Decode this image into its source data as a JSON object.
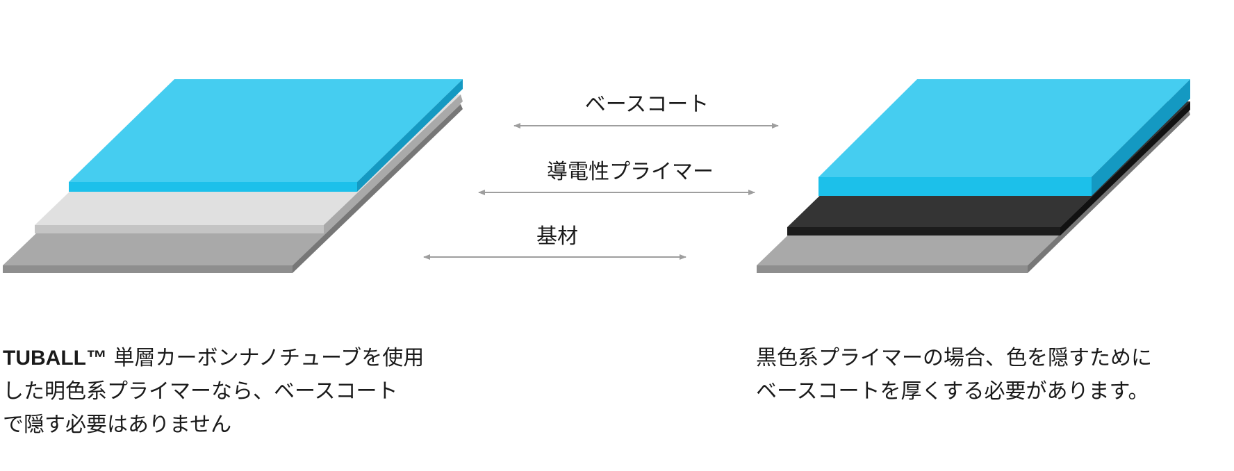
{
  "layer_labels": {
    "base_coat": "ベースコート",
    "conductive_primer": "導電性プライマー",
    "substrate": "基材"
  },
  "captions": {
    "left": {
      "brand": "TUBALL™",
      "line1_rest": " 単層カーボンナノチューブを使用",
      "line2": "した明色系プライマーなら、ベースコート",
      "line3": "で隠す必要はありません"
    },
    "right": {
      "line1": "黒色系プライマーの場合、色を隠すために",
      "line2": "ベースコートを厚くする必要があります。"
    }
  },
  "colors": {
    "base_coat_top": "#45cdf0",
    "base_coat_front": "#1cc0ea",
    "base_coat_side": "#1499c2",
    "light_primer_top": "#e0e0e0",
    "light_primer_front": "#c4c4c4",
    "dark_primer_top": "#343434",
    "dark_primer_front": "#1c1c1c",
    "substrate_top": "#a9a9a9",
    "substrate_front": "#8e8e8e",
    "substrate_side": "#777777",
    "arrow": "#9e9e9e"
  }
}
